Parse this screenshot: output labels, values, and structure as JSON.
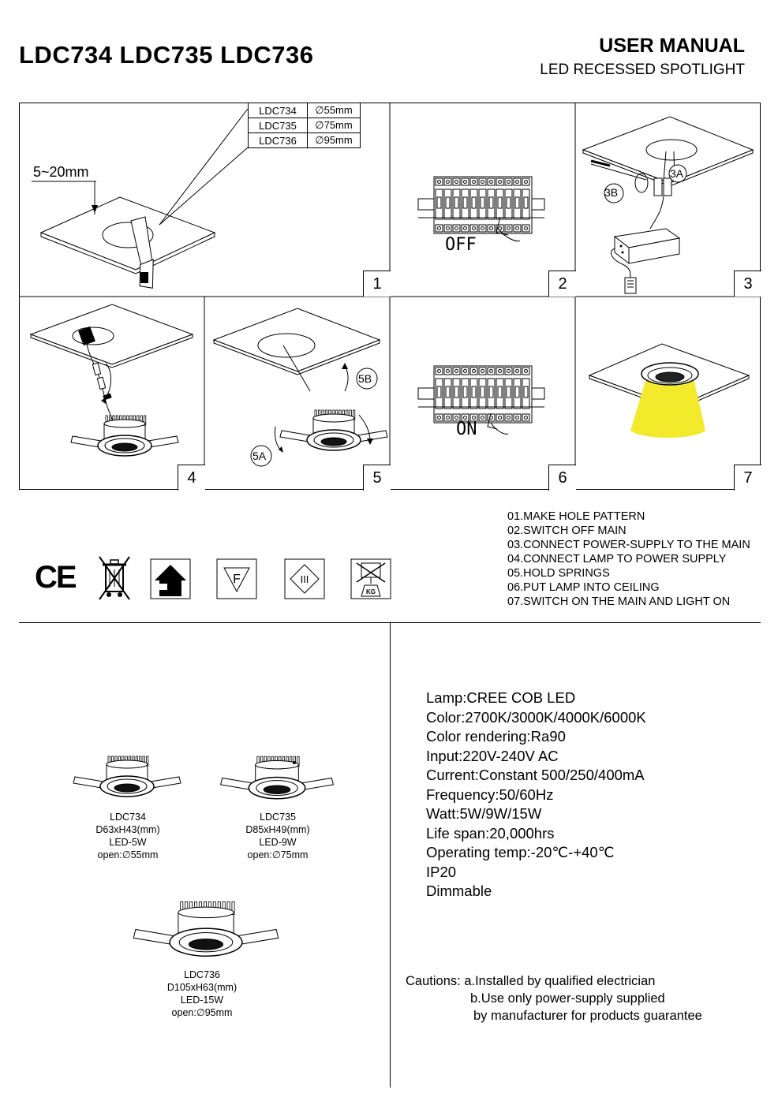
{
  "header": {
    "models": "LDC734 LDC735 LDC736",
    "manual_title": "USER MANUAL",
    "manual_subtitle": "LED RECESSED SPOTLIGHT"
  },
  "size_table": [
    {
      "model": "LDC734",
      "size": "∅55mm"
    },
    {
      "model": "LDC735",
      "size": "∅75mm"
    },
    {
      "model": "LDC736",
      "size": "∅95mm"
    }
  ],
  "panel1": {
    "thickness": "5~20mm"
  },
  "panel2": {
    "label": "OFF"
  },
  "panel3": {
    "label_a": "3A",
    "label_b": "3B"
  },
  "panel5": {
    "label_a": "5A",
    "label_b": "5B"
  },
  "panel6": {
    "label": "ON"
  },
  "panel_numbers": [
    "1",
    "2",
    "3",
    "4",
    "5",
    "6",
    "7"
  ],
  "steps": [
    "01.MAKE HOLE PATTERN",
    "02.SWITCH OFF MAIN",
    "03.CONNECT POWER-SUPPLY TO THE MAIN",
    "04.CONNECT LAMP TO POWER SUPPLY",
    "05.HOLD SPRINGS",
    "06.PUT LAMP INTO CEILING",
    "07.SWITCH ON THE MAIN AND LIGHT ON"
  ],
  "certs": {
    "ce": "CE",
    "f_mark": "F",
    "class3": "III",
    "kg": "KG"
  },
  "models": [
    {
      "name": "LDC734",
      "dims": "D63xH43(mm)",
      "power": "LED-5W",
      "open": "open:∅55mm"
    },
    {
      "name": "LDC735",
      "dims": "D85xH49(mm)",
      "power": "LED-9W",
      "open": "open:∅75mm"
    },
    {
      "name": "LDC736",
      "dims": "D105xH63(mm)",
      "power": "LED-15W",
      "open": "open:∅95mm"
    }
  ],
  "specs": [
    "Lamp:CREE COB LED",
    "Color:2700K/3000K/4000K/6000K",
    "Color rendering:Ra90",
    "Input:220V-240V AC",
    "Current:Constant 500/250/400mA",
    "Frequency:50/60Hz",
    "Watt:5W/9W/15W",
    "Life span:20,000hrs",
    "Operating temp:-20℃-+40℃",
    "IP20",
    "Dimmable"
  ],
  "cautions": {
    "label": "Cautions:",
    "a": "a.Installed by qualified electrician",
    "b": "b.Use only power-supply supplied",
    "c": "by manufacturer for products guarantee"
  },
  "colors": {
    "light_beam": "#f2ea2a",
    "line": "#000000"
  }
}
